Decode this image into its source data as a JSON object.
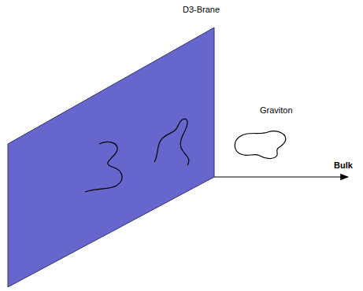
{
  "diagram": {
    "labels": [
      "D3-Brane",
      "Graviton",
      "Bulk"
    ]
  }
}
